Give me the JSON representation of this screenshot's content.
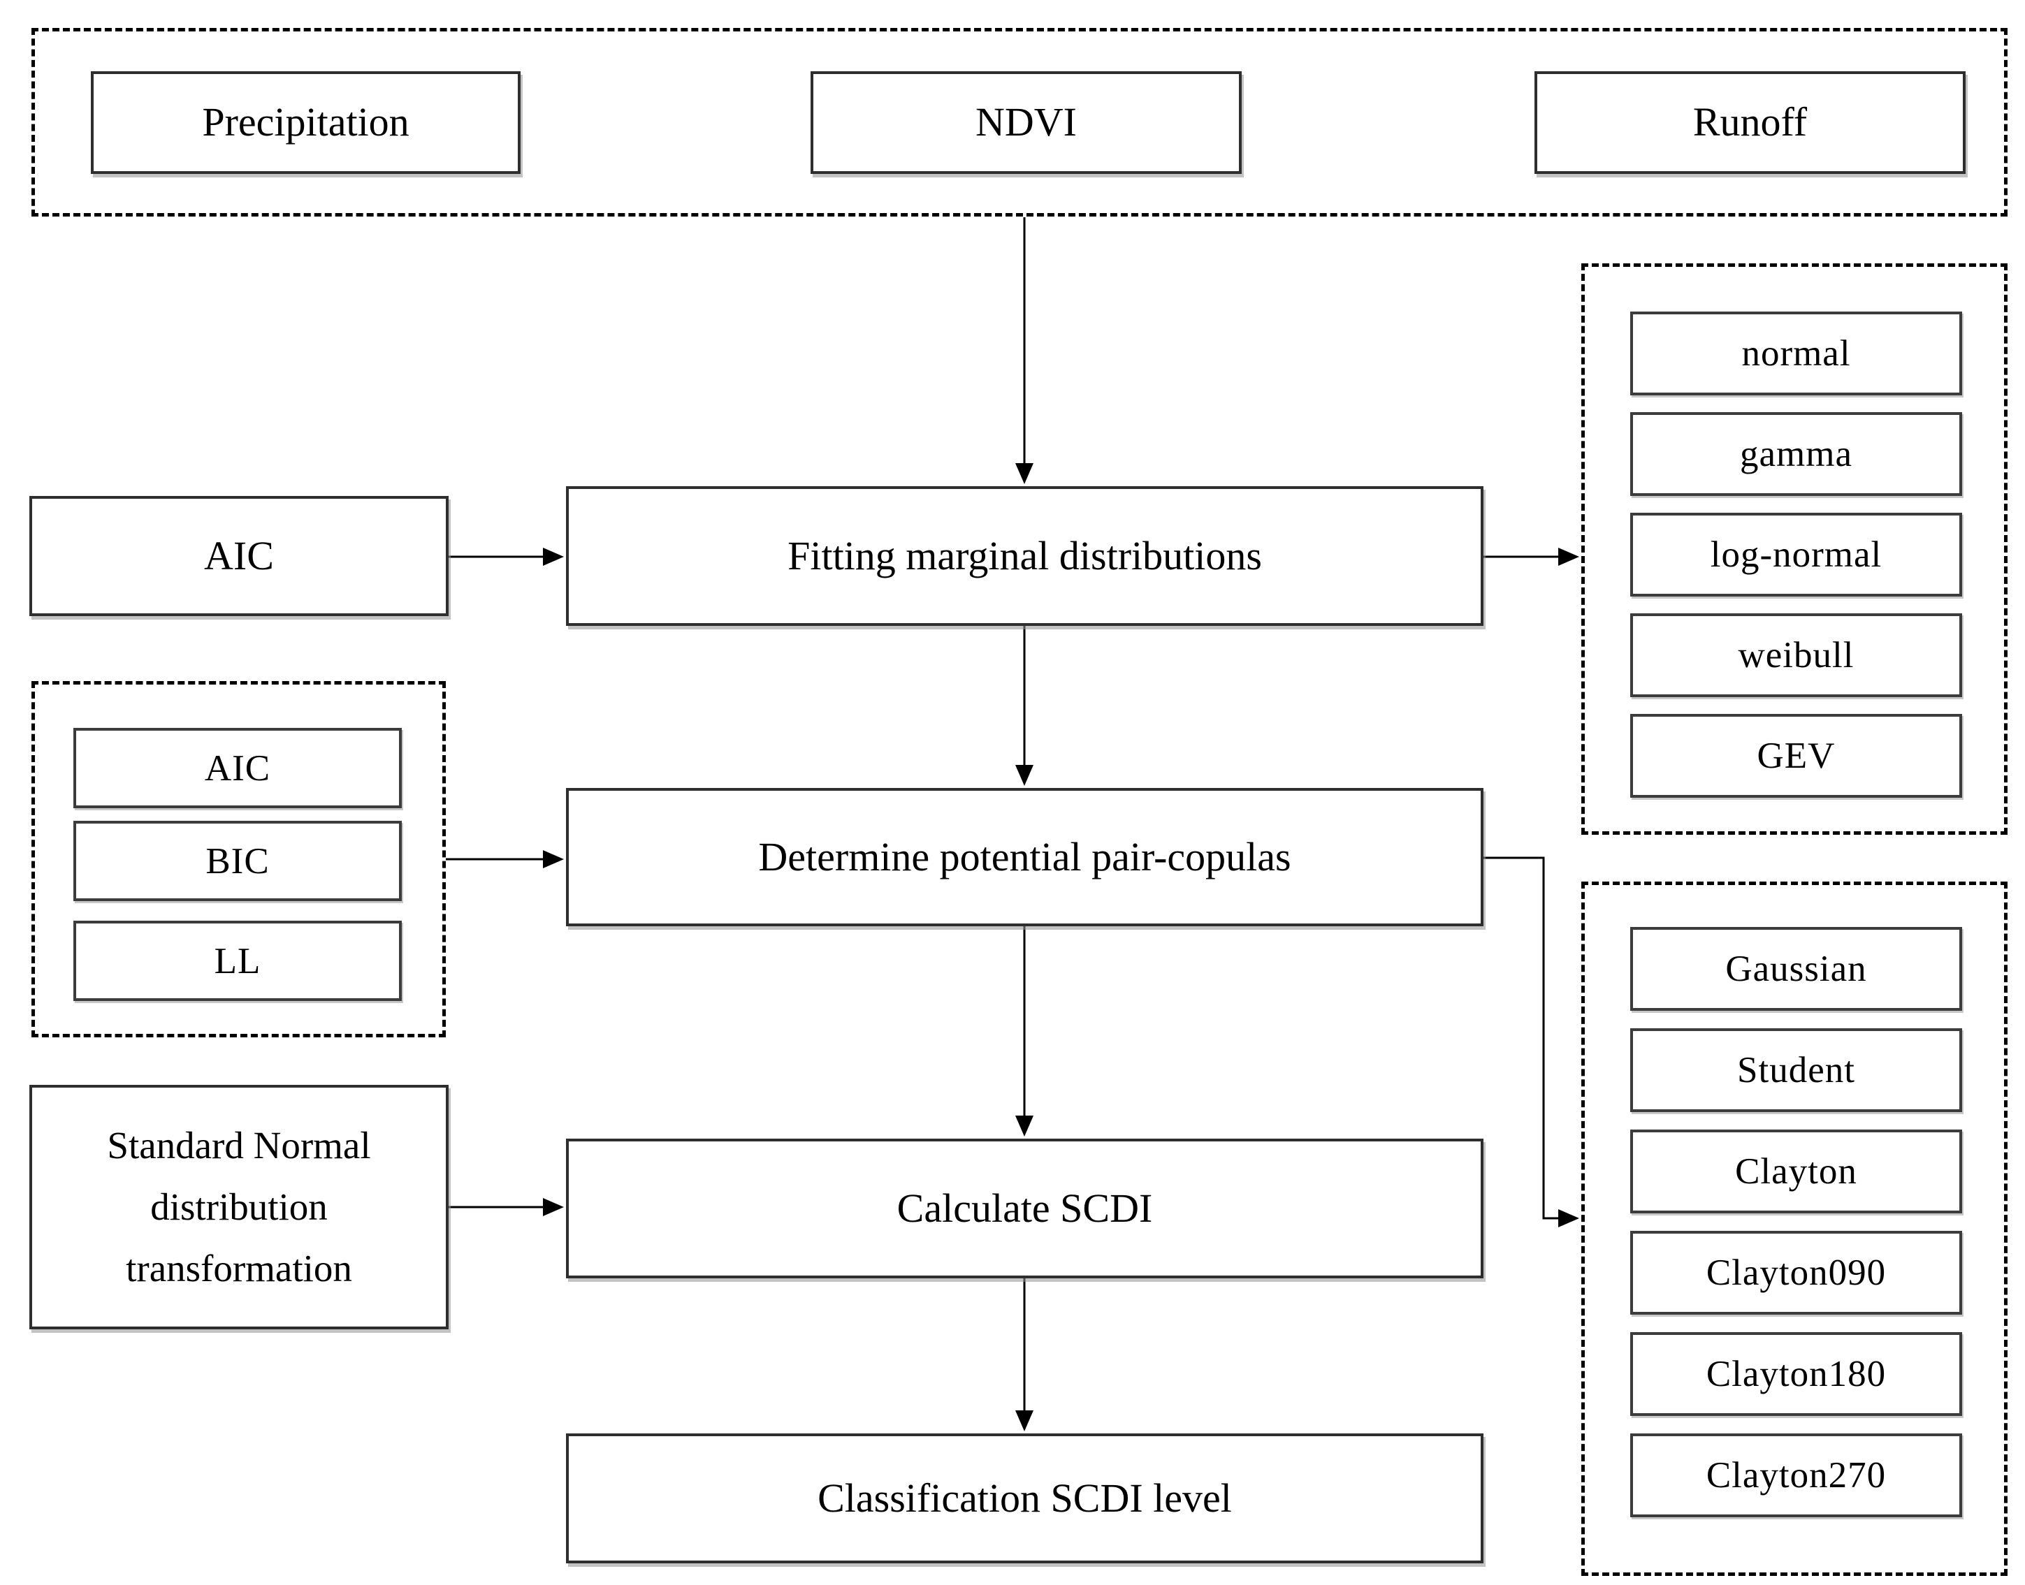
{
  "flowchart": {
    "inputs": {
      "precipitation": "Precipitation",
      "ndvi": "NDVI",
      "runoff": "Runoff"
    },
    "aic_single": "AIC",
    "copula_criteria": [
      "AIC",
      "BIC",
      "LL"
    ],
    "std_transform": "Standard Normal distribution transformation",
    "steps": {
      "fit_marginals": "Fitting marginal distributions",
      "determine_copulas": "Determine potential pair-copulas",
      "calculate_scdi": "Calculate SCDI",
      "classify_scdi": "Classification SCDI level"
    },
    "marginal_distributions": [
      "normal",
      "gamma",
      "log-normal",
      "weibull",
      "GEV"
    ],
    "pair_copulas": [
      "Gaussian",
      "Student",
      "Clayton",
      "Clayton090",
      "Clayton180",
      "Clayton270"
    ],
    "colors": {
      "background": "#ffffff",
      "box_border": "#2e2e2e",
      "dashed_border": "#000000",
      "text": "#000000",
      "shadow": "#919191"
    }
  }
}
